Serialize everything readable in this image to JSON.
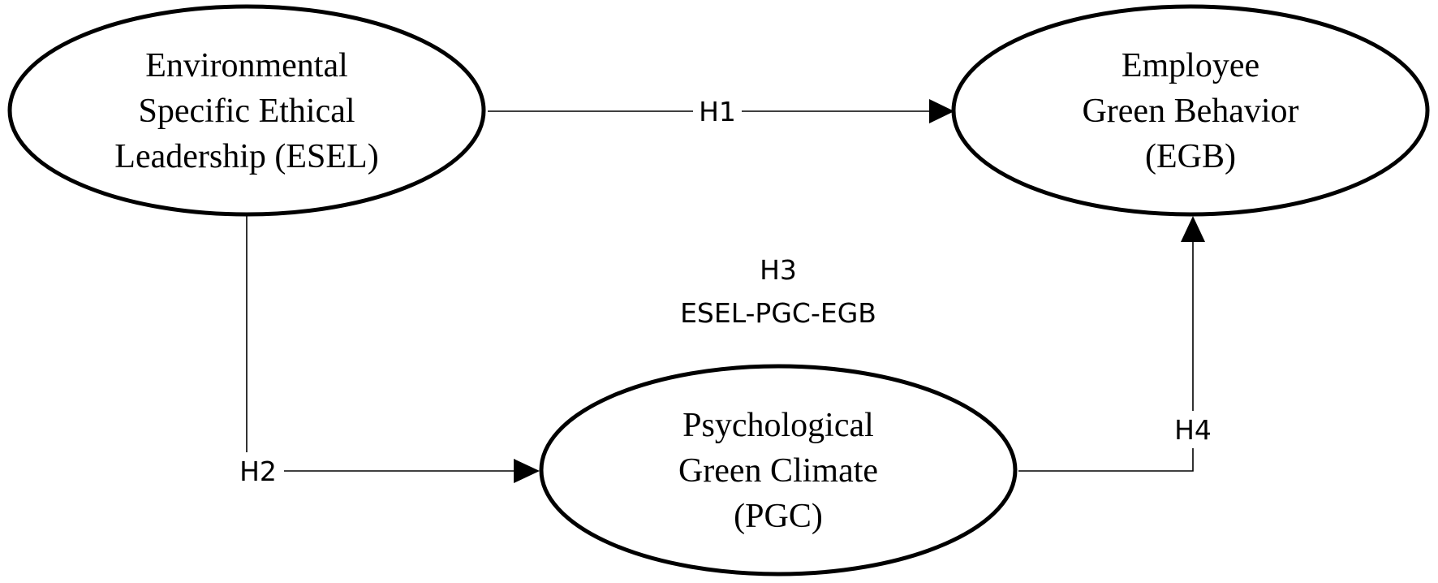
{
  "nodes": {
    "esel": {
      "lines": [
        "Environmental",
        "Specific Ethical",
        "Leadership (ESEL)"
      ]
    },
    "egb": {
      "lines": [
        "Employee",
        "Green Behavior",
        "(EGB)"
      ]
    },
    "pgc": {
      "lines": [
        "Psychological",
        "Green Climate",
        "(PGC)"
      ]
    }
  },
  "edges": {
    "h1": {
      "label": "H1"
    },
    "h2": {
      "label": "H2"
    },
    "h4": {
      "label": "H4"
    }
  },
  "mediation": {
    "label": "H3",
    "path": "ESEL-PGC-EGB"
  }
}
